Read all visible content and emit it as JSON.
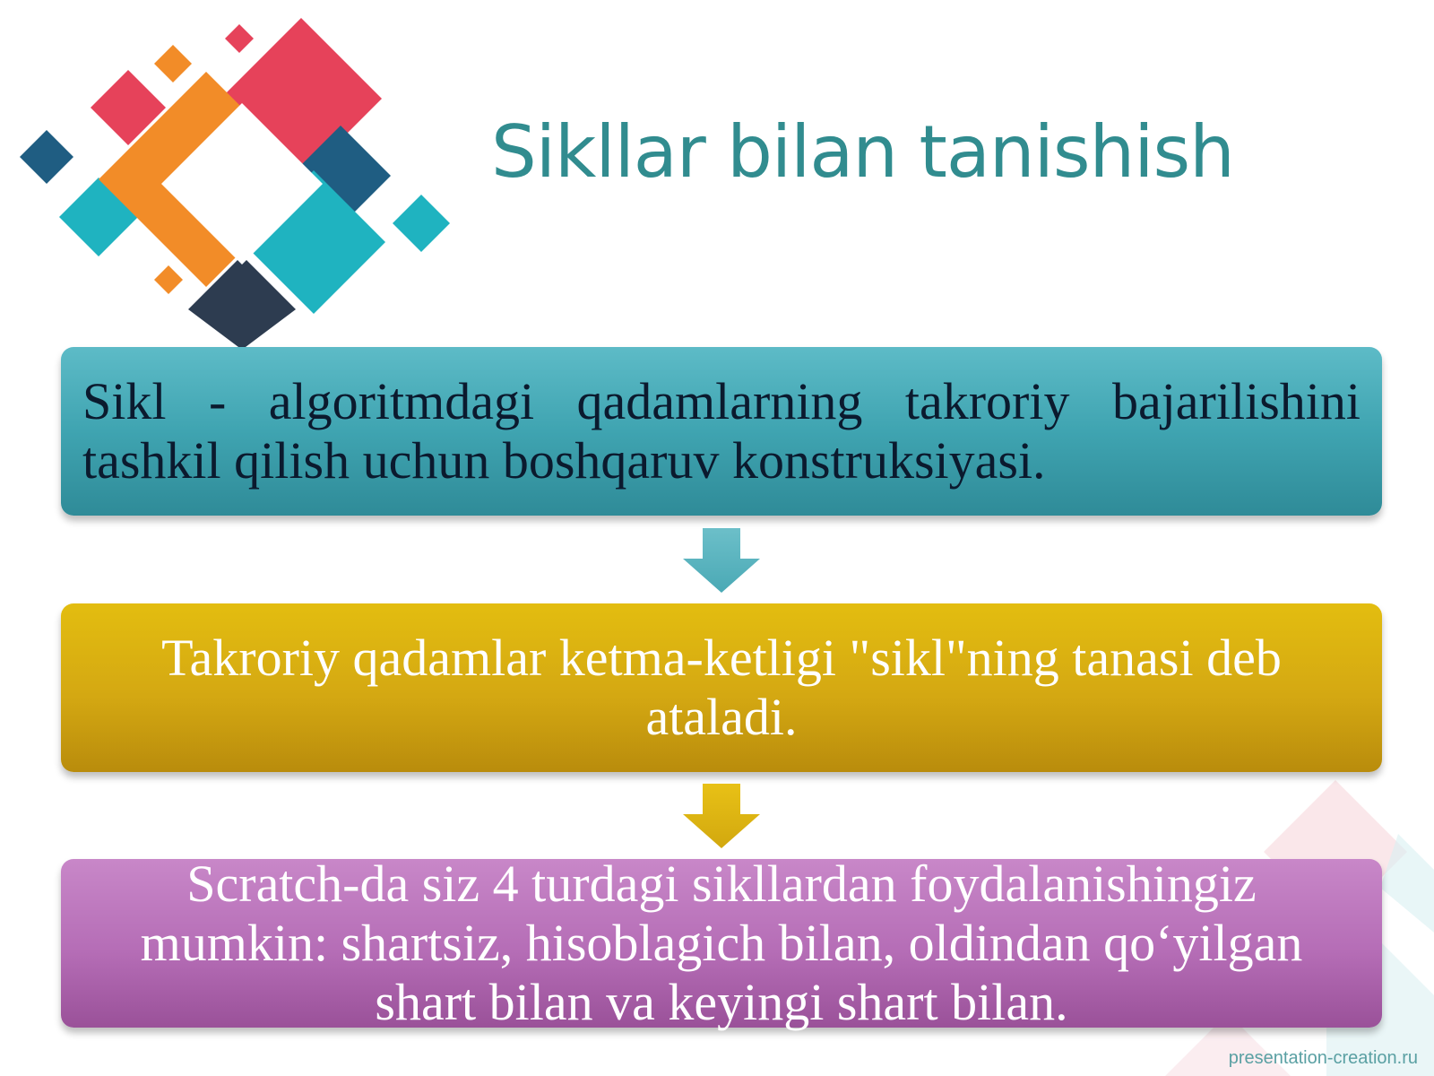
{
  "slide": {
    "title": "Sikllar bilan tanishish",
    "boxes": [
      {
        "text": "Sikl - algoritmdagi qadamlarning takroriy bajarilishini tashkil qilish uchun boshqaruv konstruksiyasi.",
        "color": "#3fa4b1"
      },
      {
        "text": "Takroriy qadamlar ketma-ketligi \"sikl\"ning tanasi deb ataladi.",
        "color": "#d4a812"
      },
      {
        "text": "Scratch-da siz 4 turdagi sikllardan foydalanishingiz mumkin: shartsiz, hisoblagich bilan, oldindan qo‘yilgan shart bilan va keyingi shart bilan.",
        "color": "#b56db6"
      }
    ],
    "watermark": "presentation-creation.ru"
  },
  "colors": {
    "title": "#318c8f",
    "red": "#e6425a",
    "orange": "#f28c28",
    "teal": "#1fb3c0",
    "navy": "#1f5d82",
    "dark": "#2d3c50"
  }
}
